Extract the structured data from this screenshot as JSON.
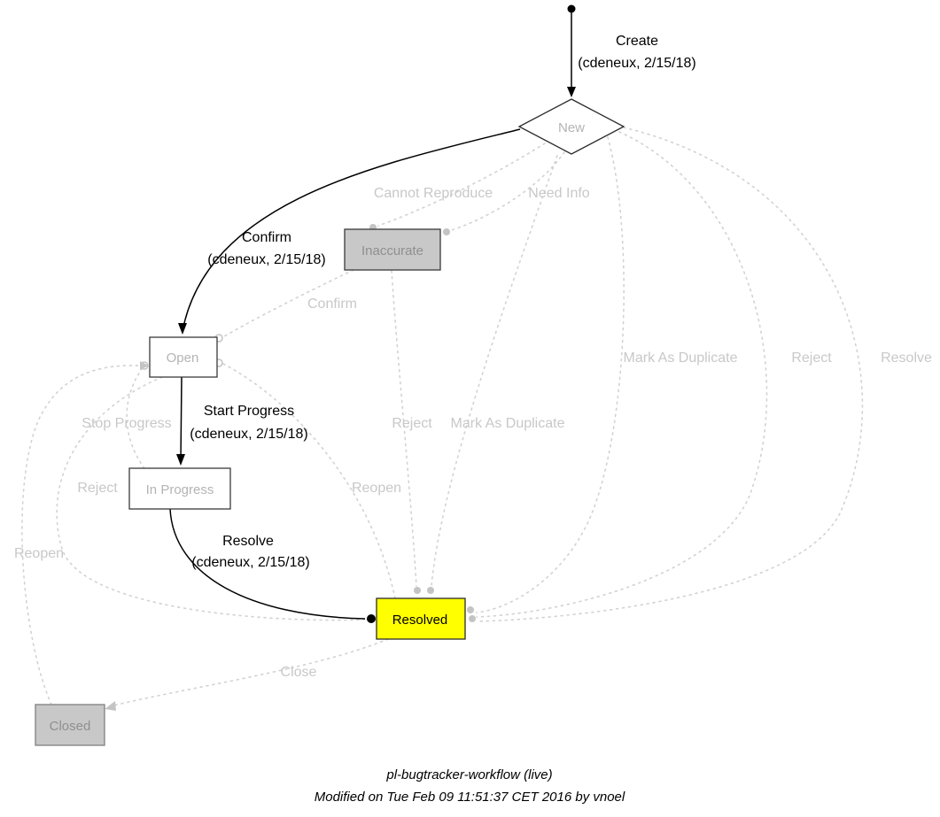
{
  "diagram": {
    "nodes": {
      "new": {
        "label": "New"
      },
      "inaccurate": {
        "label": "Inaccurate"
      },
      "open": {
        "label": "Open"
      },
      "in_progress": {
        "label": "In Progress"
      },
      "resolved": {
        "label": "Resolved"
      },
      "closed": {
        "label": "Closed"
      }
    },
    "edges": {
      "create": {
        "label": "Create",
        "detail": "(cdeneux, 2/15/18)"
      },
      "confirm_new_open": {
        "label": "Confirm",
        "detail": "(cdeneux, 2/15/18)"
      },
      "cannot_reproduce": {
        "label": "Cannot Reproduce"
      },
      "need_info": {
        "label": "Need Info"
      },
      "confirm_inaccurate_open": {
        "label": "Confirm"
      },
      "start_progress": {
        "label": "Start Progress",
        "detail": "(cdeneux, 2/15/18)"
      },
      "stop_progress": {
        "label": "Stop Progress"
      },
      "resolve_in_progress": {
        "label": "Resolve",
        "detail": "(cdeneux, 2/15/18)"
      },
      "reject_mid": {
        "label": "Reject"
      },
      "mark_as_duplicate_mid": {
        "label": "Mark As Duplicate"
      },
      "mark_as_duplicate_right": {
        "label": "Mark As Duplicate"
      },
      "reject_right": {
        "label": "Reject"
      },
      "resolve_right": {
        "label": "Resolve"
      },
      "reopen_resolved_open": {
        "label": "Reopen"
      },
      "reject_left": {
        "label": "Reject"
      },
      "reopen_closed_open": {
        "label": "Reopen"
      },
      "close": {
        "label": "Close"
      }
    },
    "colors": {
      "active_edge": "#000000",
      "inactive_edge": "#d2d2d2",
      "inactive_label": "#c8c8c8",
      "node_fill_white": "#ffffff",
      "node_fill_gray": "#c8c8c8",
      "node_fill_resolved": "#ffff00",
      "node_border": "#2b2b2b"
    }
  },
  "footer": {
    "title": "pl-bugtracker-workflow (live)",
    "modified": "Modified on Tue Feb 09 11:51:37 CET 2016 by vnoel"
  }
}
